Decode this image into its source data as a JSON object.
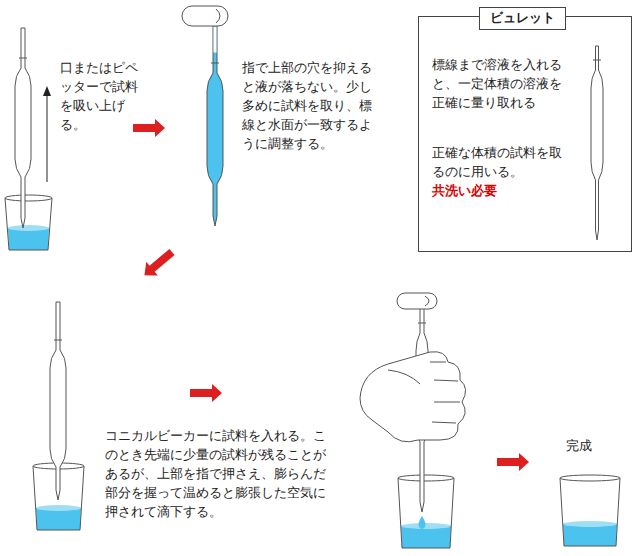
{
  "diagram": {
    "nodes": [
      {
        "text": [
          "ビュレット",
          "標線まで溶液を入れると、一定体積の溶液を正確に量り取れる",
          "正確な体積の試料を取るのに用いる。",
          "共洗い必要"
        ]
      }
    ],
    "labels": [
      "口またはピペッターで試料を吸い上げる。",
      "指で上部の穴を抑えると液が落ちない。少し多めに試料を取り、標線と水面が一致するように調整する。",
      "コニカルビーカーに試料を入れる。このとき先端に少量の試料が残ることがあるが、上部を指で押さえ、膨らんだ部分を握って温めると膨張した空気に押されて滴下する。",
      "完成"
    ]
  }
}
